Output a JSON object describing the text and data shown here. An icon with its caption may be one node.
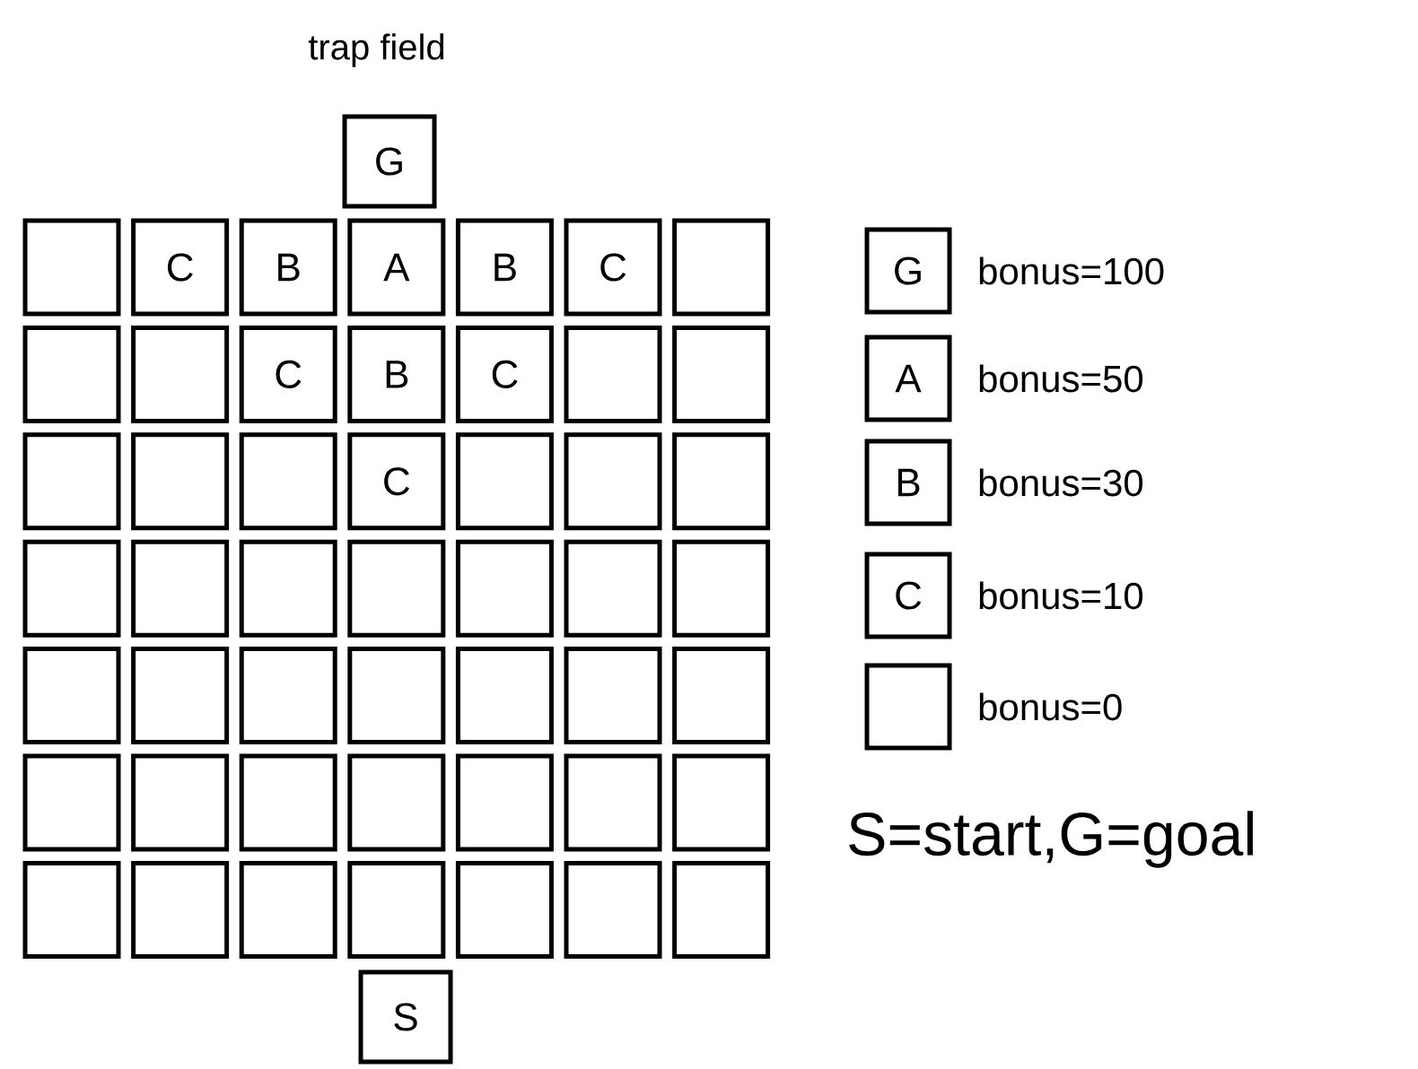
{
  "diagram": {
    "title": "trap field",
    "nodes": [
      {
        "text": [
          "G"
        ]
      },
      {
        "text": [],
        "shape": "box"
      },
      {
        "text": [
          "C"
        ]
      },
      {
        "text": [
          "B"
        ]
      },
      {
        "text": [
          "A"
        ]
      },
      {
        "text": [
          "B"
        ]
      },
      {
        "text": [
          "C"
        ]
      },
      {
        "text": [],
        "shape": "box"
      },
      {
        "text": [],
        "shape": "box"
      },
      {
        "text": [],
        "shape": "box"
      },
      {
        "text": [
          "C"
        ]
      },
      {
        "text": [
          "B"
        ]
      },
      {
        "text": [
          "C"
        ]
      },
      {
        "text": [],
        "shape": "box"
      },
      {
        "text": [],
        "shape": "box"
      },
      {
        "text": [],
        "shape": "box"
      },
      {
        "text": [],
        "shape": "box"
      },
      {
        "text": [],
        "shape": "box"
      },
      {
        "text": [
          "C"
        ]
      },
      {
        "text": [],
        "shape": "box"
      },
      {
        "text": [],
        "shape": "box"
      },
      {
        "text": [],
        "shape": "box"
      },
      {
        "text": [],
        "shape": "box"
      },
      {
        "text": [],
        "shape": "box"
      },
      {
        "text": [],
        "shape": "box"
      },
      {
        "text": [],
        "shape": "box"
      },
      {
        "text": [],
        "shape": "box"
      },
      {
        "text": [],
        "shape": "box"
      },
      {
        "text": [],
        "shape": "box"
      },
      {
        "text": [],
        "shape": "box"
      },
      {
        "text": [],
        "shape": "box"
      },
      {
        "text": [],
        "shape": "box"
      },
      {
        "text": [],
        "shape": "box"
      },
      {
        "text": [],
        "shape": "box"
      },
      {
        "text": [],
        "shape": "box"
      },
      {
        "text": [],
        "shape": "box"
      },
      {
        "text": [],
        "shape": "box"
      },
      {
        "text": [],
        "shape": "box"
      },
      {
        "text": [],
        "shape": "box"
      },
      {
        "text": [],
        "shape": "box"
      },
      {
        "text": [],
        "shape": "box"
      },
      {
        "text": [],
        "shape": "box"
      },
      {
        "text": [],
        "shape": "box"
      },
      {
        "text": [],
        "shape": "box"
      },
      {
        "text": [],
        "shape": "box"
      },
      {
        "text": [],
        "shape": "box"
      },
      {
        "text": [],
        "shape": "box"
      },
      {
        "text": [],
        "shape": "box"
      },
      {
        "text": [],
        "shape": "box"
      },
      {
        "text": [],
        "shape": "box"
      },
      {
        "text": [
          "S"
        ]
      },
      {
        "text": [
          "G"
        ],
        "beside": [
          "bonus=100"
        ]
      },
      {
        "text": [
          "A"
        ],
        "beside": [
          "bonus=50"
        ]
      },
      {
        "text": [
          "B"
        ],
        "beside": [
          "bonus=30"
        ]
      },
      {
        "text": [
          "C"
        ],
        "beside": [
          "bonus=10"
        ]
      },
      {
        "text": [],
        "shape": "box",
        "beside": [
          "bonus=0"
        ]
      }
    ],
    "labels": [
      "S=start,G=goal"
    ]
  }
}
